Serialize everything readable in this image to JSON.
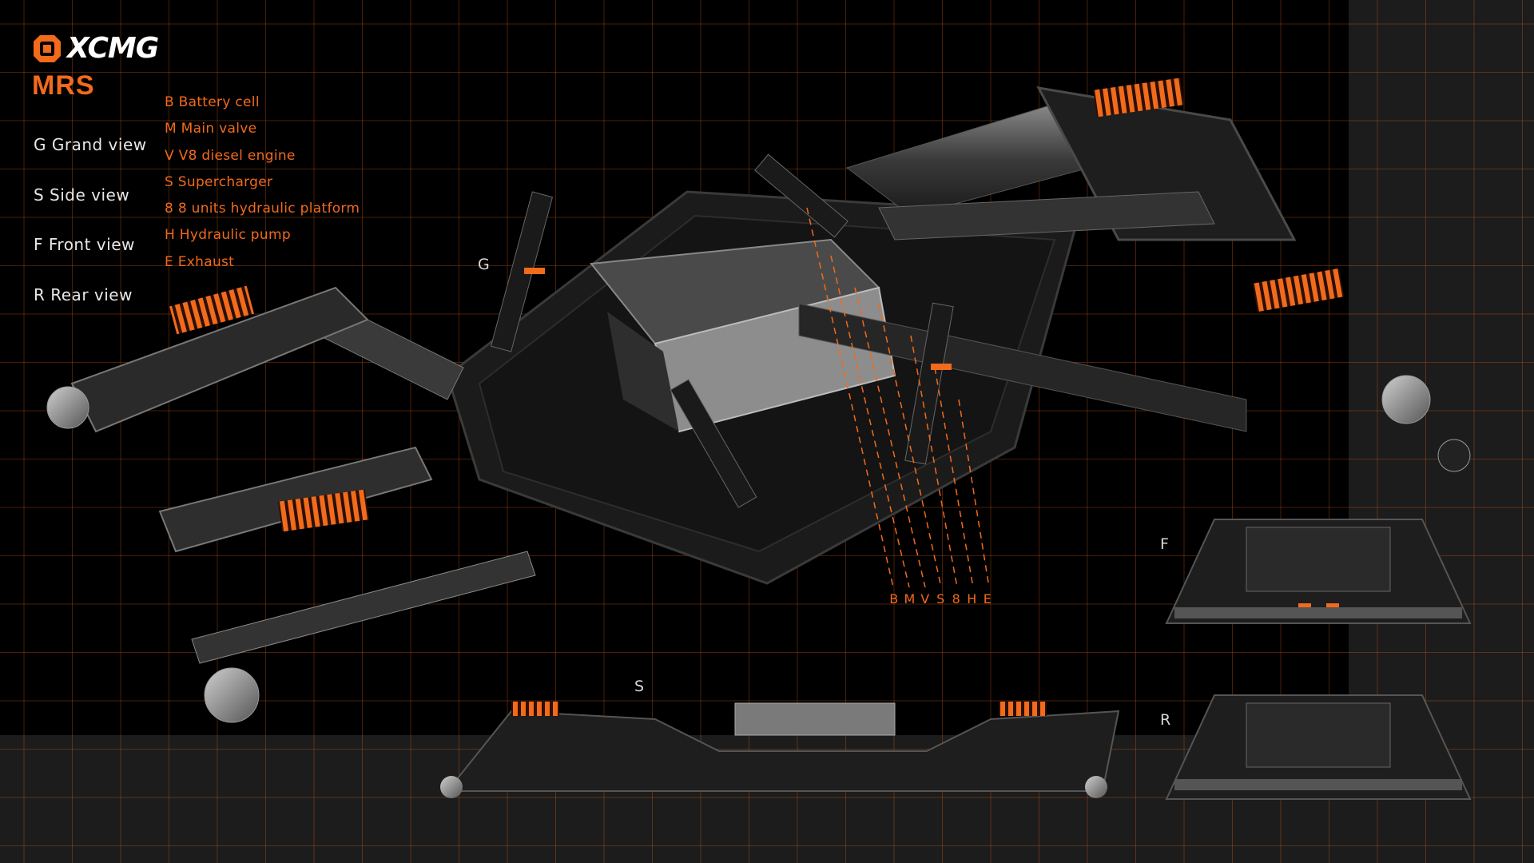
{
  "brand": {
    "logo_text": "XCMG",
    "model": "MRS",
    "accent_color": "#f26a1b",
    "logo_icon": "xcmg-logo-icon"
  },
  "views": [
    {
      "label": "G Grand view"
    },
    {
      "label": "S Side view"
    },
    {
      "label": "F Front view"
    },
    {
      "label": "R Rear view"
    }
  ],
  "components": [
    {
      "label": "B Battery cell"
    },
    {
      "label": "M Main valve"
    },
    {
      "label": "V V8 diesel engine"
    },
    {
      "label": "S Supercharger"
    },
    {
      "label": "8 8 units hydraulic platform"
    },
    {
      "label": "H Hydraulic pump"
    },
    {
      "label": "E Exhaust"
    }
  ],
  "view_labels": {
    "grand": "G",
    "side": "S",
    "front": "F",
    "rear": "R"
  },
  "callout_letters": [
    "B",
    "M",
    "V",
    "S",
    "8",
    "H",
    "E"
  ]
}
